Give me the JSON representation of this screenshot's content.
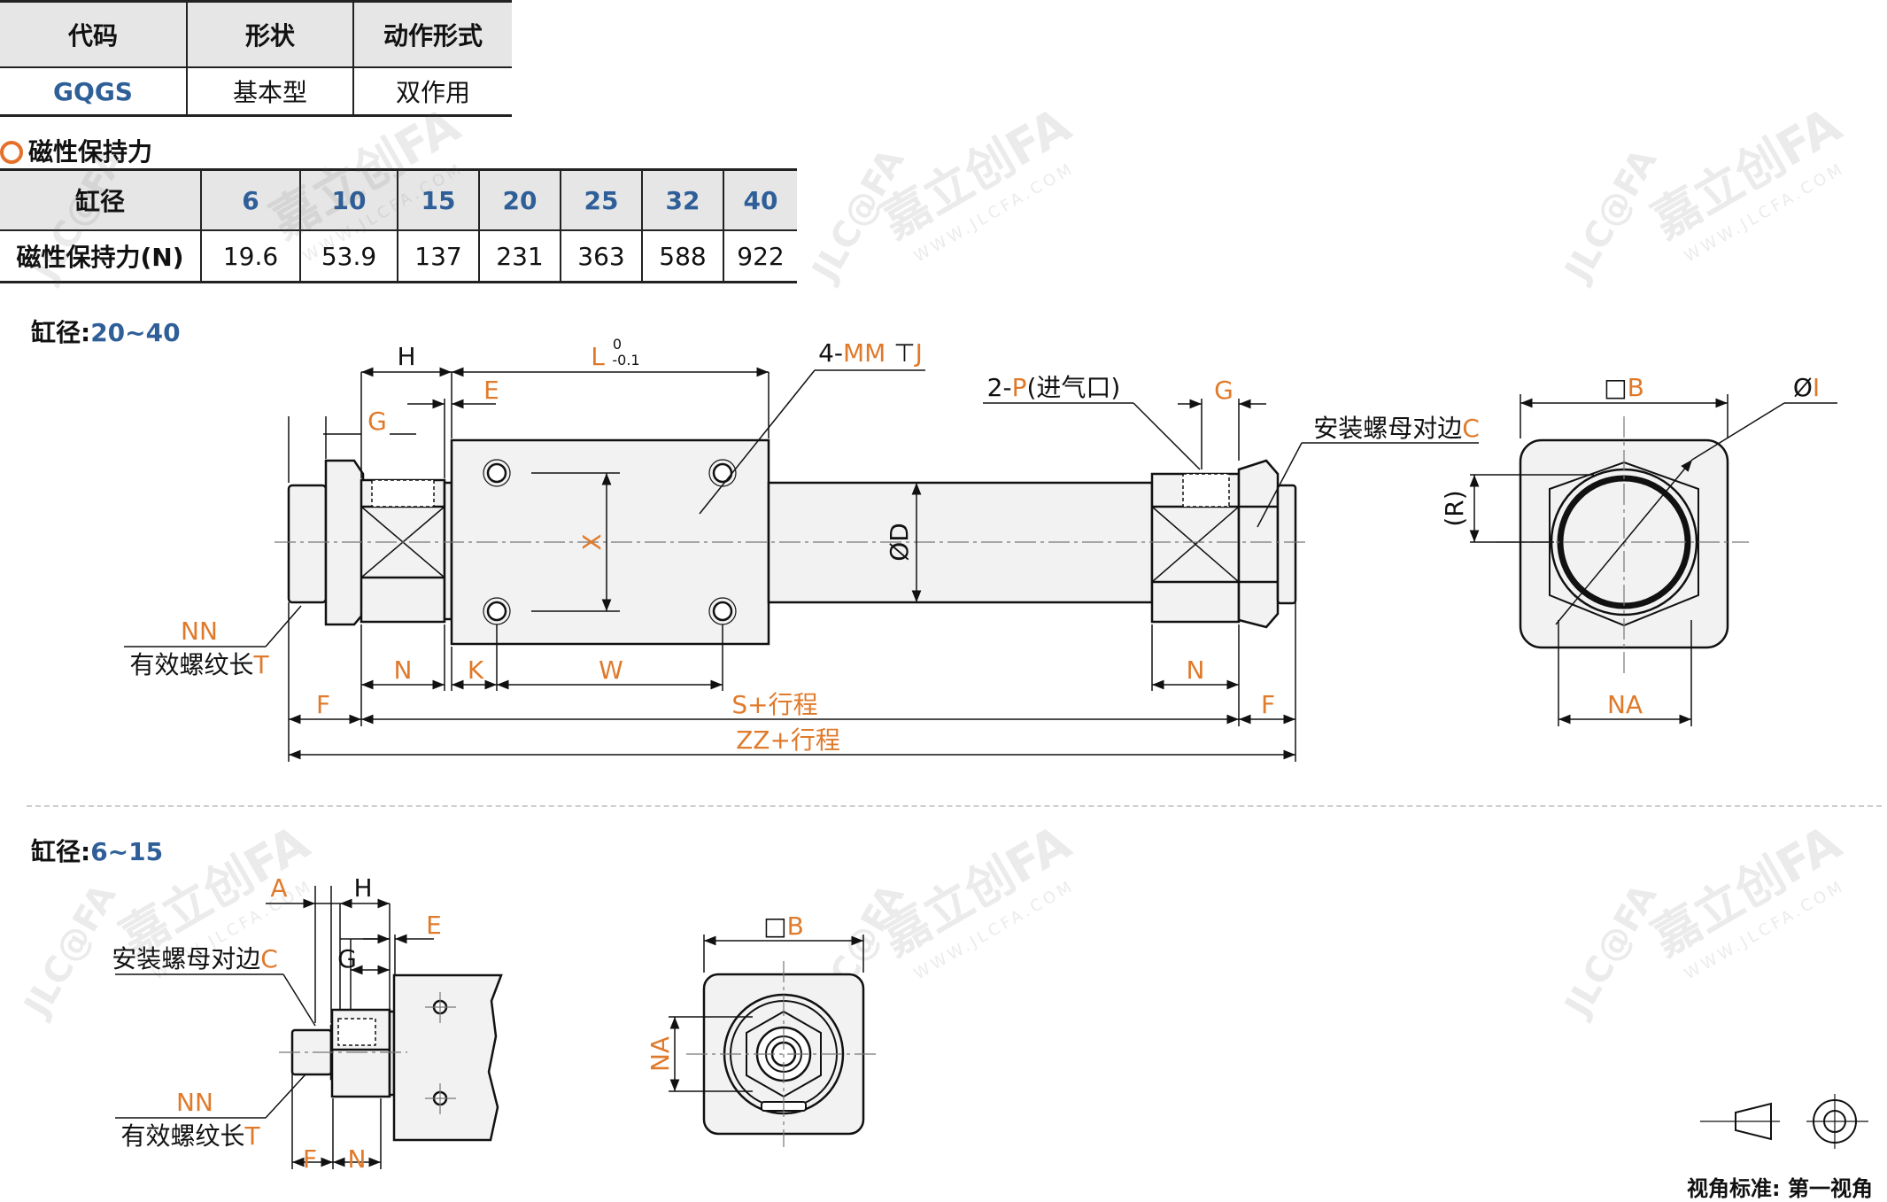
{
  "spec_table": {
    "headers": [
      "代码",
      "形状",
      "动作形式"
    ],
    "row": [
      "GQGS",
      "基本型",
      "双作用"
    ]
  },
  "magnet": {
    "heading": "磁性保持力",
    "bore_label": "缸径",
    "bores": [
      "6",
      "10",
      "15",
      "20",
      "25",
      "32",
      "40"
    ],
    "force_label": "磁性保持力(N)",
    "forces": [
      "19.6",
      "53.9",
      "137",
      "231",
      "363",
      "588",
      "922"
    ]
  },
  "section1": {
    "prefix": "缸径:",
    "value": "20~40"
  },
  "section2": {
    "prefix": "缸径:",
    "value": "6~15"
  },
  "labels": {
    "H": "H",
    "G": "G",
    "E": "E",
    "L": "L",
    "L_tol_upper": "0",
    "L_tol_lower": "-0.1",
    "mm_prefix": "4-",
    "mm": "MM",
    "J": "J",
    "p_prefix": "2-",
    "p": "P",
    "p_suffix": "(进气口)",
    "nut_text": "安装螺母对边",
    "C": "C",
    "X": "X",
    "D": "ØD",
    "NN": "NN",
    "thread_text": "有效螺纹长",
    "T": "T",
    "N": "N",
    "K": "K",
    "W": "W",
    "F": "F",
    "S": "S",
    "ZZ": "ZZ",
    "stroke": "+行程",
    "B": "□B",
    "I": "ØI",
    "R": "(R)",
    "NA": "NA",
    "A": "A"
  },
  "watermarks": [
    "嘉立创FA",
    "WWW.JLCFA.COM",
    "JLC@FA"
  ],
  "view_standard": "视角标准: 第一视角",
  "colors": {
    "accent": "#e07a2b",
    "blue": "#2f5f98",
    "line": "#111111",
    "fill": "#f2f2f2"
  }
}
